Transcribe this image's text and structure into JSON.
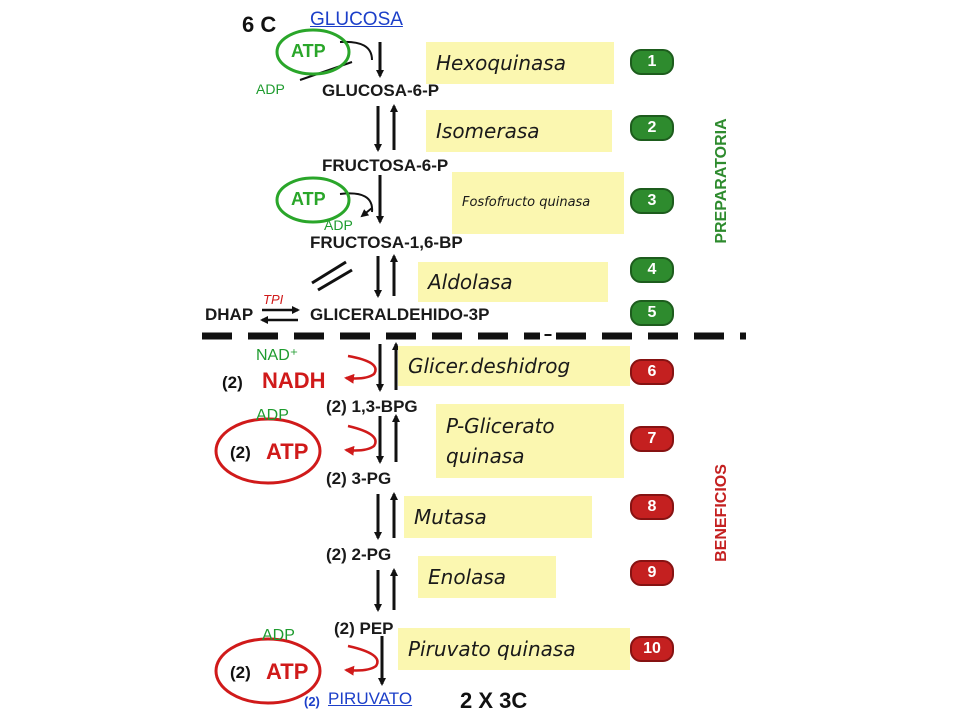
{
  "header": {
    "carbons_top": "6 C",
    "start_label": "GLUCOSA"
  },
  "footer": {
    "multiplier": "(2)",
    "end_label": "PIRUVATO",
    "carbons_bottom": "2 X 3C"
  },
  "metabolites": {
    "g6p": "GLUCOSA-6-P",
    "f6p": "FRUCTOSA-6-P",
    "f16bp": "FRUCTOSA-1,6-BP",
    "dhap": "DHAP",
    "tpi": "TPI",
    "g3p": "GLICERALDEHIDO-3P",
    "bpg": "(2)  1,3-BPG",
    "pg3": "(2)  3-PG",
    "pg2": "(2)  2-PG",
    "pep": "(2)  PEP"
  },
  "cofactors": {
    "atp1": "ATP",
    "adp1": "ADP",
    "atp2": "ATP",
    "adp2": "ADP",
    "nad": "NAD⁺",
    "nadh_mult": "(2)",
    "nadh": "NADH",
    "adp3": "ADP",
    "atp3_mult": "(2)",
    "atp3": "ATP",
    "adp4": "ADP",
    "atp4_mult": "(2)",
    "atp4": "ATP"
  },
  "enzymes": [
    {
      "label": "Hexoquinasa",
      "step": "1"
    },
    {
      "label": "Isomerasa",
      "step": "2"
    },
    {
      "label": "Fosfofructo quinasa",
      "step": "3"
    },
    {
      "label": "Aldolasa",
      "step": "4"
    },
    {
      "label": "",
      "step": "5"
    },
    {
      "label": "Glicer.deshidrog",
      "step": "6"
    },
    {
      "label": "P-Glicerato quinasa",
      "step": "7"
    },
    {
      "label": "Mutasa",
      "step": "8"
    },
    {
      "label": "Enolasa",
      "step": "9"
    },
    {
      "label": "Piruvato quinasa",
      "step": "10"
    }
  ],
  "phases": {
    "top": "PREPARATORIA",
    "bottom": "BENEFICIOS"
  },
  "colors": {
    "prep": "#2e8b2e",
    "benefit": "#c42020",
    "enzyme_bg": "#fbf7b0",
    "atp_green": "#1e9b2e"
  }
}
